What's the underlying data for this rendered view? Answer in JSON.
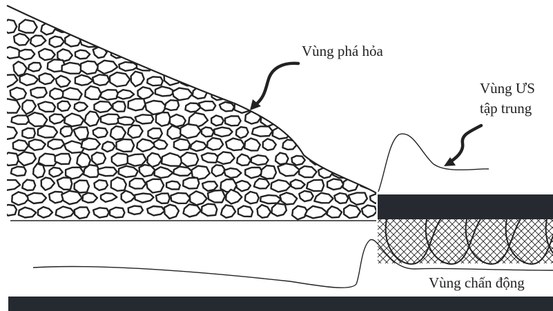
{
  "labels": {
    "caving_zone": "Vùng phá hỏa",
    "stress_zone_line1": "Vùng ƯS",
    "stress_zone_line2": "tập trung",
    "vibration_zone": "Vùng chấn động"
  },
  "colors": {
    "ink": "#222222",
    "roof_beam": "#262a30",
    "floor_bar": "#252930",
    "background": "#ffffff"
  }
}
